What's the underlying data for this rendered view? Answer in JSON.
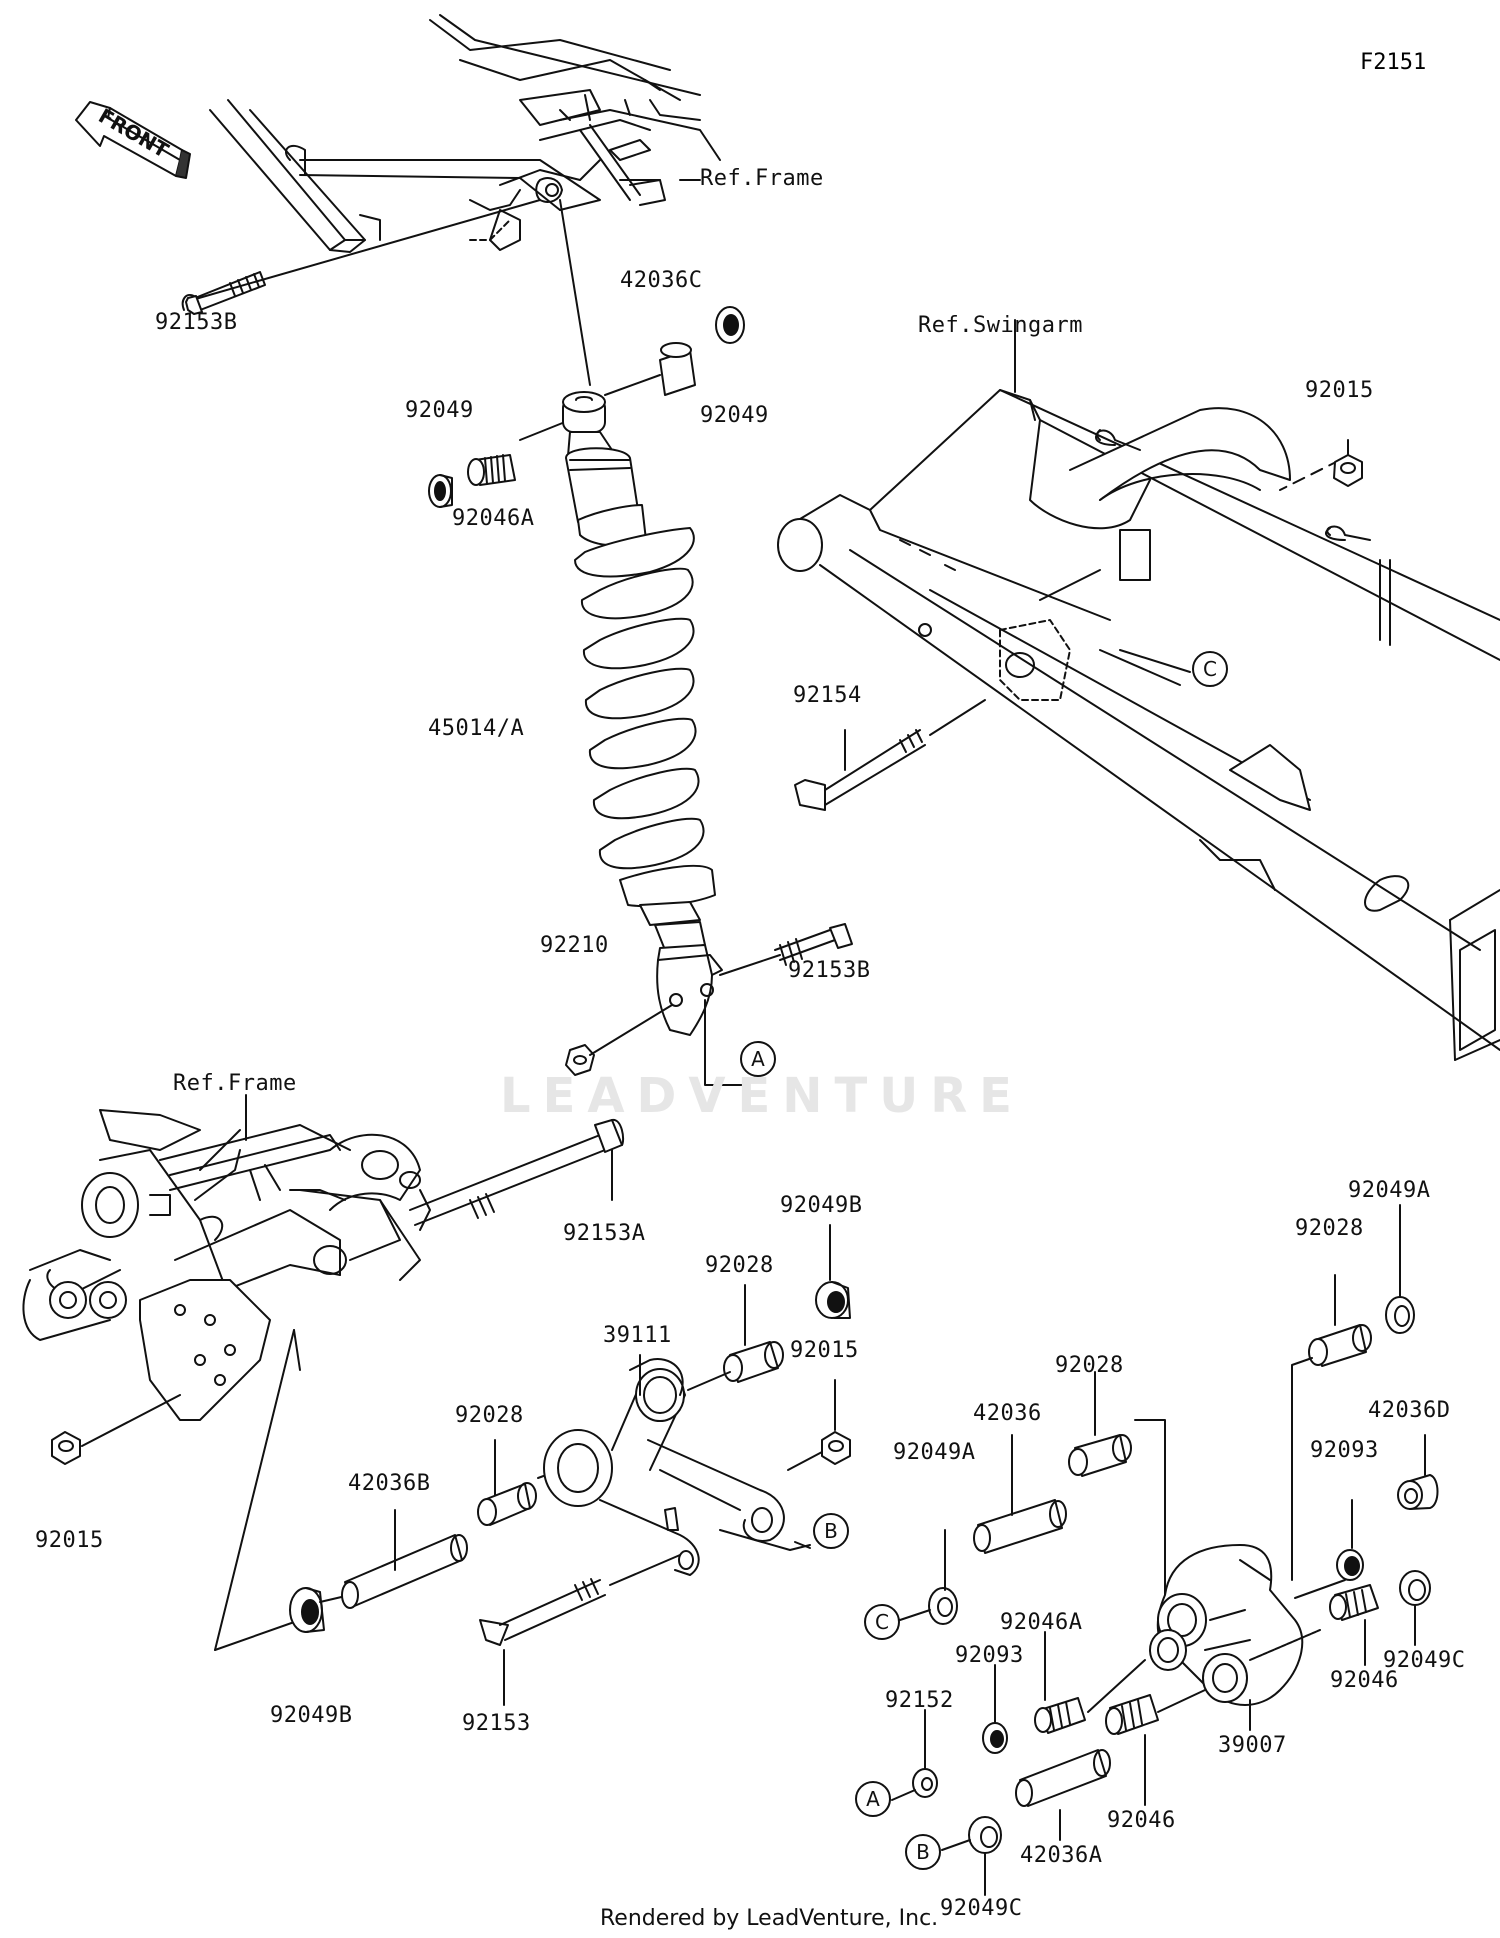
{
  "figure_code": "F2151",
  "watermark": "LEADVENTURE",
  "footer": "Rendered by LeadVenture, Inc.",
  "front_arrow": "FRONT",
  "references": {
    "frame_top": "Ref.Frame",
    "swingarm": "Ref.Swingarm",
    "frame_bottom": "Ref.Frame"
  },
  "callouts": [
    "A",
    "B",
    "C"
  ],
  "parts": {
    "p92153B_top": "92153B",
    "p42036C": "42036C",
    "p92049_left": "92049",
    "p92049_right": "92049",
    "p92046A_top": "92046A",
    "p45014A": "45014/A",
    "p92015_swingarm": "92015",
    "p92154": "92154",
    "p92210": "92210",
    "p92153B_bottom": "92153B",
    "p92153A": "92153A",
    "p92015_frame": "92015",
    "p92049B_top": "92049B",
    "p92028_a": "92028",
    "p39111": "39111",
    "p92015_link": "92015",
    "p92028_b": "92028",
    "p42036B": "42036B",
    "p92049B_bottom": "92049B",
    "p92153": "92153",
    "p92049A_top": "92049A",
    "p92028_c": "92028",
    "p92028_d": "92028",
    "p42036": "42036",
    "p92049A_mid": "92049A",
    "p42036D": "42036D",
    "p92093_right": "92093",
    "p92049C_right": "92049C",
    "p92046A_bottom": "92046A",
    "p92093_left": "92093",
    "p92046_right": "92046",
    "p92152": "92152",
    "p39007": "39007",
    "p92046_bottom": "92046",
    "p42036A": "42036A",
    "p92049C_bottom": "92049C"
  }
}
